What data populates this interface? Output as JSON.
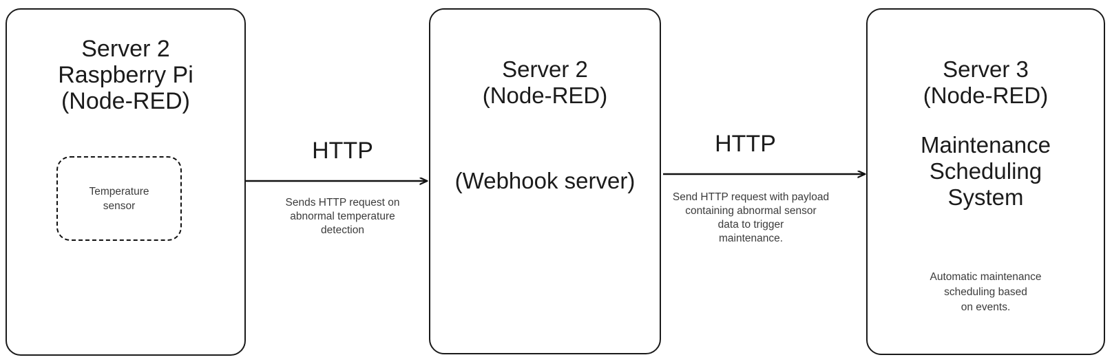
{
  "diagram": {
    "title": "Node-RED HTTP webhook maintenance flow",
    "background_color": "#ffffff",
    "stroke_color": "#1a1a1a",
    "text_color": "#1b1b1b",
    "nodes": [
      {
        "id": "node-1",
        "title": "Server 2\nRaspberry Pi\n(Node-RED)",
        "sub_component": {
          "id": "temperature-sensor",
          "label": "Temperature\nsensor",
          "style": "dashed"
        }
      },
      {
        "id": "node-2",
        "title": "Server 2\n(Node-RED)",
        "subtitle": "(Webhook server)"
      },
      {
        "id": "node-3",
        "title": "Server 3\n(Node-RED)",
        "subtitle": "Maintenance\nScheduling\nSystem",
        "note": "Automatic maintenance\nscheduling based\non events."
      }
    ],
    "edges": [
      {
        "id": "edge-1",
        "from": "node-1",
        "to": "node-2",
        "label": "HTTP",
        "note": "Sends HTTP request on\nabnormal temperature\ndetection"
      },
      {
        "id": "edge-2",
        "from": "node-2",
        "to": "node-3",
        "label": "HTTP",
        "note": "Send HTTP request with payload\ncontaining abnormal sensor\ndata to trigger\nmaintenance."
      }
    ]
  }
}
